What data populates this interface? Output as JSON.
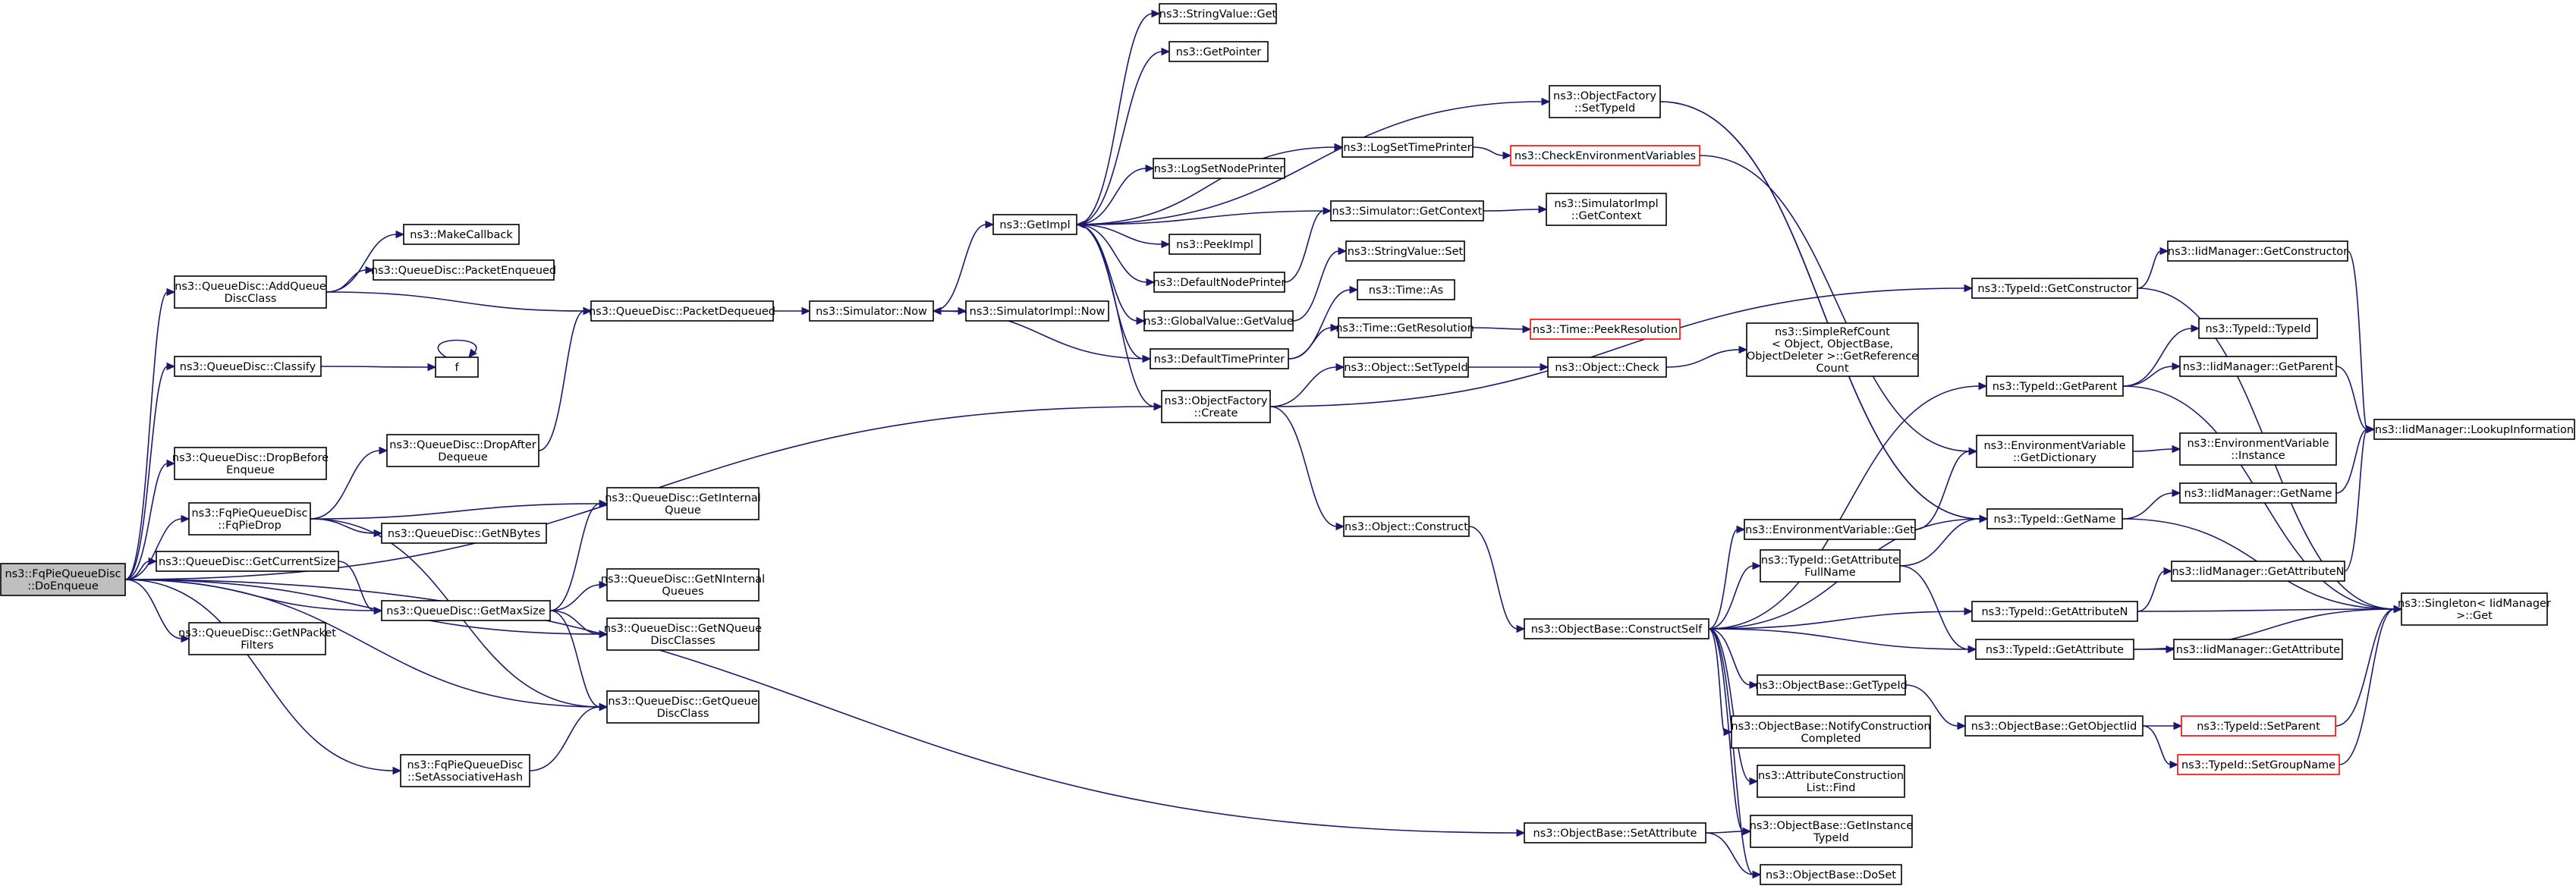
{
  "graph": {
    "title": "ns3::FqPieQueueDisc::DoEnqueue call graph",
    "colors": {
      "edge": "#191970",
      "border": "#000000",
      "truncated_border": "#ff0000",
      "root_fill": "#bfbfbf"
    },
    "nodes": [
      {
        "id": "root",
        "lines": [
          "ns3::FqPieQueueDisc",
          "::DoEnqueue"
        ]
      },
      {
        "id": "addQDC",
        "lines": [
          "ns3::QueueDisc::AddQueue",
          "DiscClass"
        ]
      },
      {
        "id": "classify",
        "lines": [
          "ns3::QueueDisc::Classify"
        ]
      },
      {
        "id": "dropBeforeEnq",
        "lines": [
          "ns3::QueueDisc::DropBefore",
          "Enqueue"
        ]
      },
      {
        "id": "fqPieDrop",
        "lines": [
          "ns3::FqPieQueueDisc",
          "::FqPieDrop"
        ]
      },
      {
        "id": "getCurSize",
        "lines": [
          "ns3::QueueDisc::GetCurrentSize"
        ]
      },
      {
        "id": "getNPacketFilters",
        "lines": [
          "ns3::QueueDisc::GetNPacket",
          "Filters"
        ]
      },
      {
        "id": "setAssocHash",
        "lines": [
          "ns3::FqPieQueueDisc",
          "::SetAssociativeHash"
        ]
      },
      {
        "id": "makeCallback",
        "lines": [
          "ns3::MakeCallback"
        ]
      },
      {
        "id": "pktEnqueued",
        "lines": [
          "ns3::QueueDisc::PacketEnqueued"
        ]
      },
      {
        "id": "pktDequeued",
        "lines": [
          "ns3::QueueDisc::PacketDequeued"
        ]
      },
      {
        "id": "f",
        "lines": [
          "f"
        ]
      },
      {
        "id": "dropAfterDeq",
        "lines": [
          "ns3::QueueDisc::DropAfter",
          "Dequeue"
        ]
      },
      {
        "id": "getNBytes",
        "lines": [
          "ns3::QueueDisc::GetNBytes"
        ]
      },
      {
        "id": "getMaxSize",
        "lines": [
          "ns3::QueueDisc::GetMaxSize"
        ]
      },
      {
        "id": "getInternalQueue",
        "lines": [
          "ns3::QueueDisc::GetInternal",
          "Queue"
        ]
      },
      {
        "id": "getNInternalQueues",
        "lines": [
          "ns3::QueueDisc::GetNInternal",
          "Queues"
        ]
      },
      {
        "id": "getNQueueDiscClasses",
        "lines": [
          "ns3::QueueDisc::GetNQueue",
          "DiscClasses"
        ]
      },
      {
        "id": "getQueueDiscClass",
        "lines": [
          "ns3::QueueDisc::GetQueue",
          "DiscClass"
        ]
      },
      {
        "id": "simNow",
        "lines": [
          "ns3::Simulator::Now"
        ]
      },
      {
        "id": "simImplNow",
        "lines": [
          "ns3::SimulatorImpl::Now"
        ]
      },
      {
        "id": "getImpl",
        "lines": [
          "ns3::GetImpl"
        ]
      },
      {
        "id": "strValGet",
        "lines": [
          "ns3::StringValue::Get"
        ]
      },
      {
        "id": "getPointer",
        "lines": [
          "ns3::GetPointer"
        ]
      },
      {
        "id": "logSetNodePrinter",
        "lines": [
          "ns3::LogSetNodePrinter"
        ]
      },
      {
        "id": "peekImpl",
        "lines": [
          "ns3::PeekImpl"
        ]
      },
      {
        "id": "defNodePrinter",
        "lines": [
          "ns3::DefaultNodePrinter"
        ]
      },
      {
        "id": "globalValGetValue",
        "lines": [
          "ns3::GlobalValue::GetValue"
        ]
      },
      {
        "id": "defTimePrinter",
        "lines": [
          "ns3::DefaultTimePrinter"
        ]
      },
      {
        "id": "objFactoryCreate",
        "lines": [
          "ns3::ObjectFactory",
          "::Create"
        ]
      },
      {
        "id": "objFactorySetTypeId",
        "lines": [
          "ns3::ObjectFactory",
          "::SetTypeId"
        ]
      },
      {
        "id": "logSetTimePrinter",
        "lines": [
          "ns3::LogSetTimePrinter"
        ]
      },
      {
        "id": "simGetContext",
        "lines": [
          "ns3::Simulator::GetContext"
        ]
      },
      {
        "id": "strValSet",
        "lines": [
          "ns3::StringValue::Set"
        ]
      },
      {
        "id": "timeAs",
        "lines": [
          "ns3::Time::As"
        ]
      },
      {
        "id": "timeGetResolution",
        "lines": [
          "ns3::Time::GetResolution"
        ]
      },
      {
        "id": "objSetTypeId",
        "lines": [
          "ns3::Object::SetTypeId"
        ]
      },
      {
        "id": "objConstruct",
        "lines": [
          "ns3::Object::Construct"
        ]
      },
      {
        "id": "checkEnvVars",
        "lines": [
          "ns3::CheckEnvironmentVariables"
        ]
      },
      {
        "id": "simImplGetContext",
        "lines": [
          "ns3::SimulatorImpl",
          "::GetContext"
        ]
      },
      {
        "id": "timePeekResolution",
        "lines": [
          "ns3::Time::PeekResolution"
        ]
      },
      {
        "id": "objCheck",
        "lines": [
          "ns3::Object::Check"
        ]
      },
      {
        "id": "simpleRefCount",
        "lines": [
          "ns3::SimpleRefCount",
          "< Object, ObjectBase,",
          "ObjectDeleter >::GetReference",
          "Count"
        ]
      },
      {
        "id": "objBaseConstructSelf",
        "lines": [
          "ns3::ObjectBase::ConstructSelf"
        ]
      },
      {
        "id": "objBaseSetAttribute",
        "lines": [
          "ns3::ObjectBase::SetAttribute"
        ]
      },
      {
        "id": "envVarGet",
        "lines": [
          "ns3::EnvironmentVariable::Get"
        ]
      },
      {
        "id": "typeIdGetAttrFullName",
        "lines": [
          "ns3::TypeId::GetAttribute",
          "FullName"
        ]
      },
      {
        "id": "objBaseGetTypeId",
        "lines": [
          "ns3::ObjectBase::GetTypeId"
        ]
      },
      {
        "id": "objBaseNotifyConstructionCompleted",
        "lines": [
          "ns3::ObjectBase::NotifyConstruction",
          "Completed"
        ]
      },
      {
        "id": "attrConstructionListFind",
        "lines": [
          "ns3::AttributeConstruction",
          "List::Find"
        ]
      },
      {
        "id": "objBaseGetInstanceTypeId",
        "lines": [
          "ns3::ObjectBase::GetInstance",
          "TypeId"
        ]
      },
      {
        "id": "objBaseDoSet",
        "lines": [
          "ns3::ObjectBase::DoSet"
        ]
      },
      {
        "id": "typeIdGetConstructor",
        "lines": [
          "ns3::TypeId::GetConstructor"
        ]
      },
      {
        "id": "typeIdGetParent",
        "lines": [
          "ns3::TypeId::GetParent"
        ]
      },
      {
        "id": "envVarGetDictionary",
        "lines": [
          "ns3::EnvironmentVariable",
          "::GetDictionary"
        ]
      },
      {
        "id": "typeIdGetName",
        "lines": [
          "ns3::TypeId::GetName"
        ]
      },
      {
        "id": "typeIdGetAttributeN",
        "lines": [
          "ns3::TypeId::GetAttributeN"
        ]
      },
      {
        "id": "typeIdGetAttribute",
        "lines": [
          "ns3::TypeId::GetAttribute"
        ]
      },
      {
        "id": "objBaseGetObjectIid",
        "lines": [
          "ns3::ObjectBase::GetObjectIid"
        ]
      },
      {
        "id": "iidMgrGetConstructor",
        "lines": [
          "ns3::IidManager::GetConstructor"
        ]
      },
      {
        "id": "typeIdTypeId",
        "lines": [
          "ns3::TypeId::TypeId"
        ]
      },
      {
        "id": "iidMgrGetParent",
        "lines": [
          "ns3::IidManager::GetParent"
        ]
      },
      {
        "id": "envVarInstance",
        "lines": [
          "ns3::EnvironmentVariable",
          "::Instance"
        ]
      },
      {
        "id": "iidMgrGetName",
        "lines": [
          "ns3::IidManager::GetName"
        ]
      },
      {
        "id": "iidMgrGetAttributeN",
        "lines": [
          "ns3::IidManager::GetAttributeN"
        ]
      },
      {
        "id": "iidMgrGetAttribute",
        "lines": [
          "ns3::IidManager::GetAttribute"
        ]
      },
      {
        "id": "typeIdSetParent",
        "lines": [
          "ns3::TypeId::SetParent"
        ]
      },
      {
        "id": "typeIdSetGroupName",
        "lines": [
          "ns3::TypeId::SetGroupName"
        ]
      },
      {
        "id": "iidMgrLookupInformation",
        "lines": [
          "ns3::IidManager::LookupInformation"
        ]
      },
      {
        "id": "singletonGet",
        "lines": [
          "ns3::Singleton< IidManager",
          " >::Get"
        ]
      }
    ]
  }
}
